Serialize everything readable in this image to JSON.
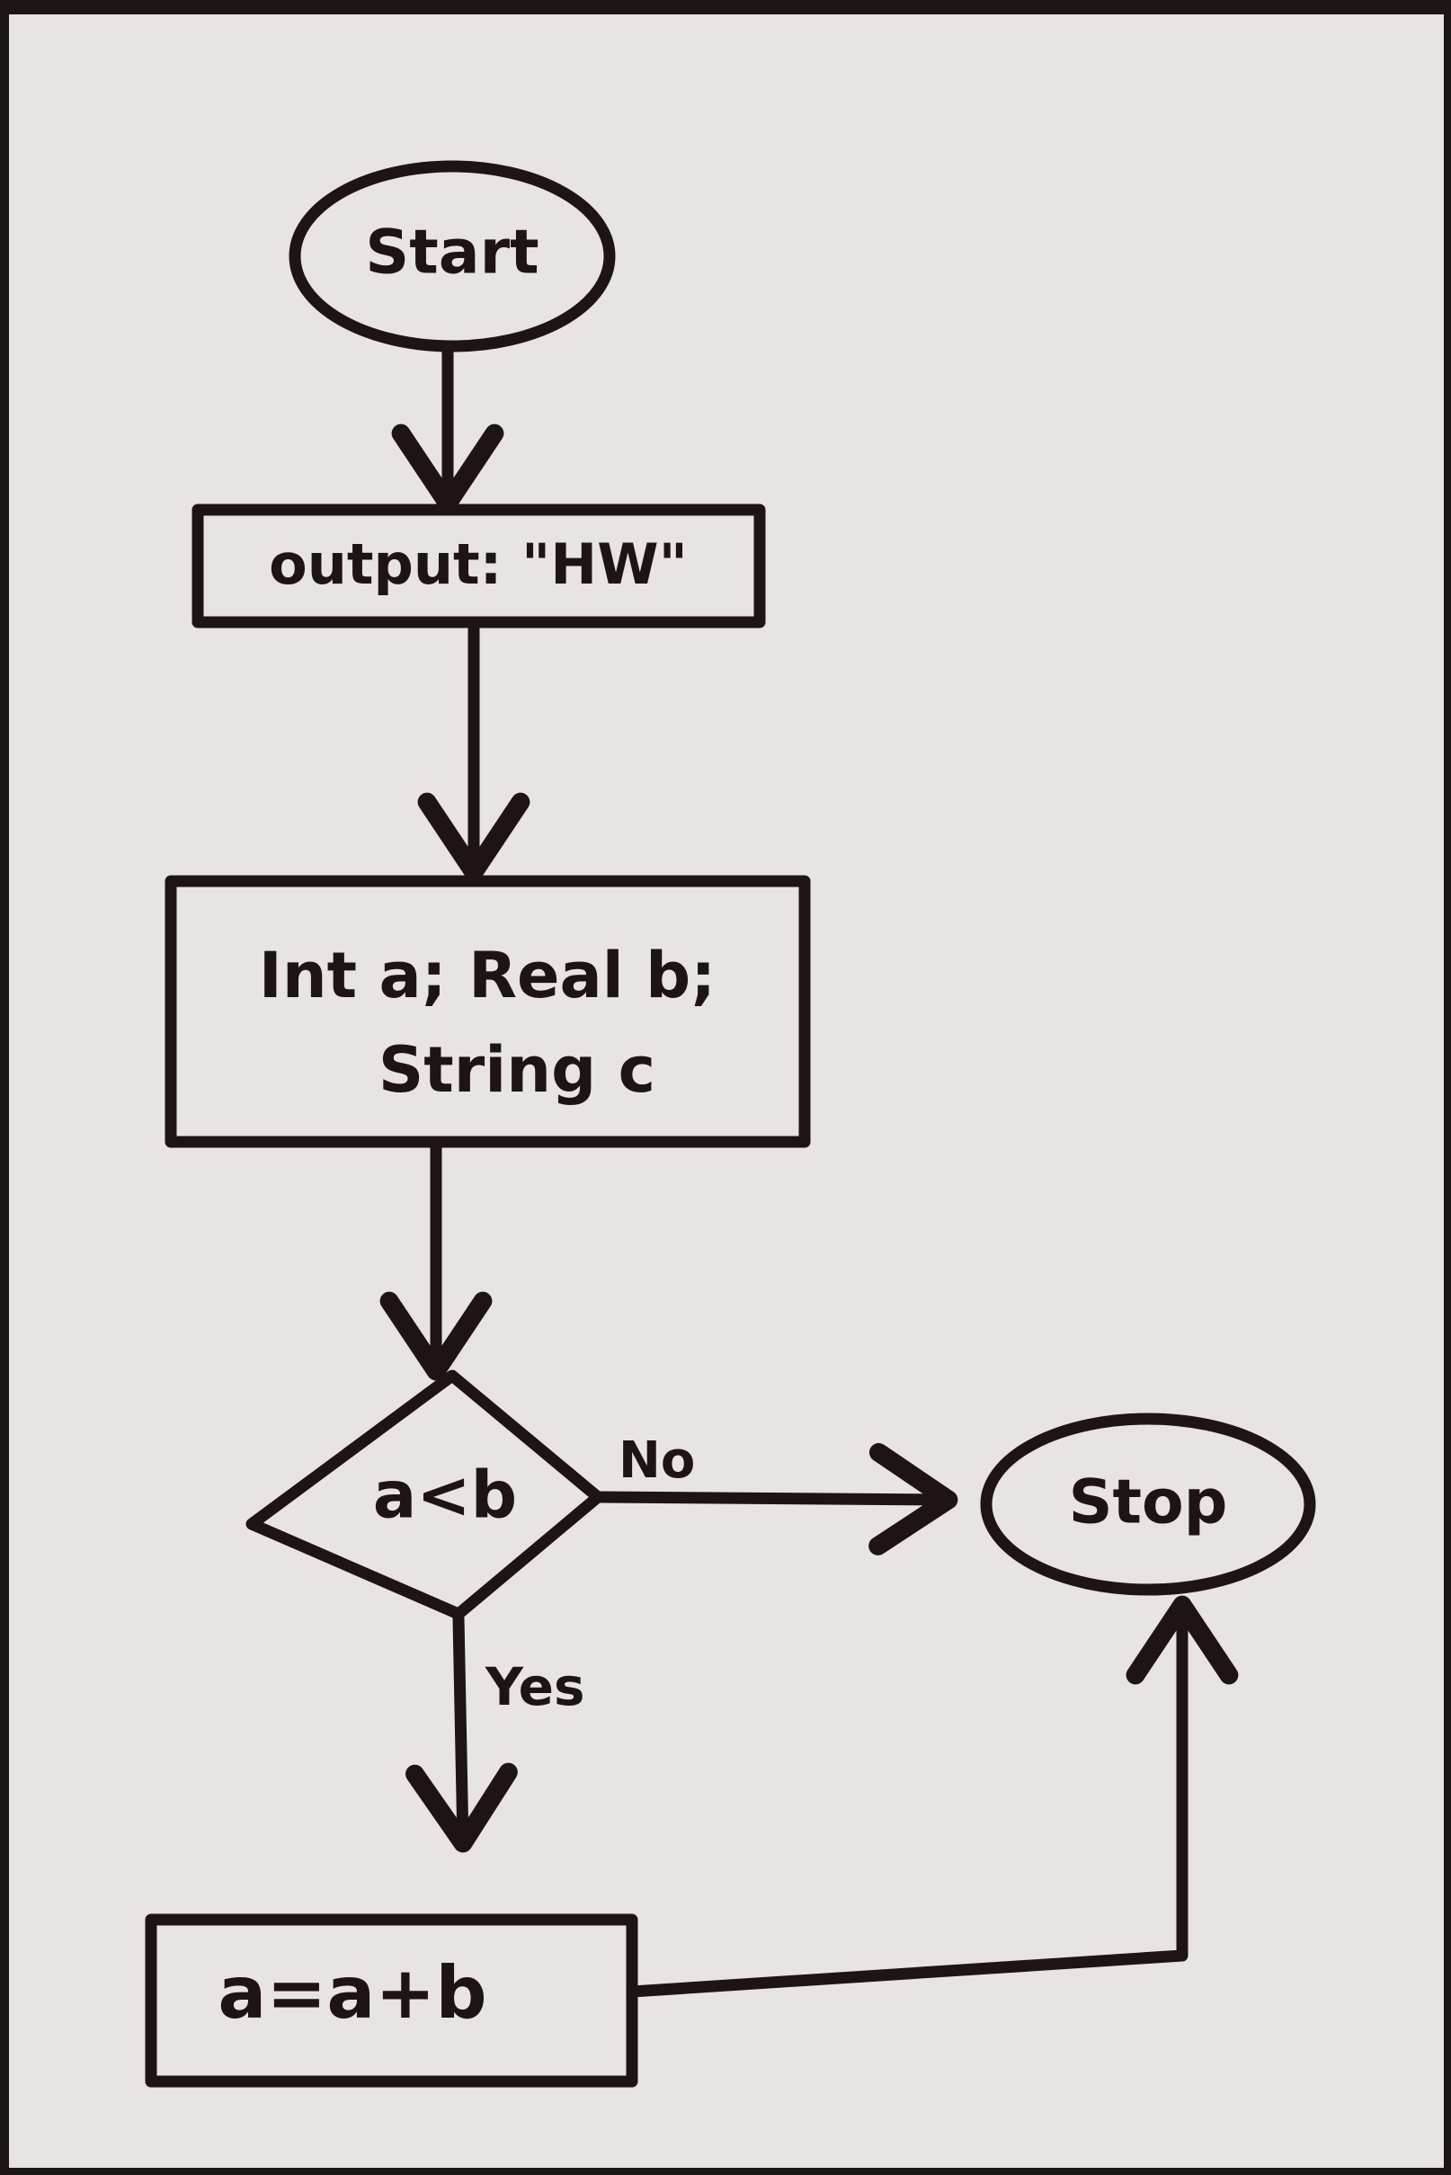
{
  "flowchart": {
    "nodes": {
      "start": {
        "label": "Start",
        "shape": "terminal"
      },
      "output": {
        "label": "output: \"HW\"",
        "shape": "process"
      },
      "declare": {
        "label_line1": "Int a; Real b;",
        "label_line2": "String c",
        "shape": "process"
      },
      "condition": {
        "label": "a<b",
        "shape": "decision"
      },
      "assign": {
        "label": "a=a+b",
        "shape": "process"
      },
      "stop": {
        "label": "Stop",
        "shape": "terminal"
      }
    },
    "edges": {
      "no_label": "No",
      "yes_label": "Yes"
    }
  },
  "colors": {
    "ink": "#1f1414",
    "paper": "#e7e4e2",
    "background": "#1c1616"
  }
}
